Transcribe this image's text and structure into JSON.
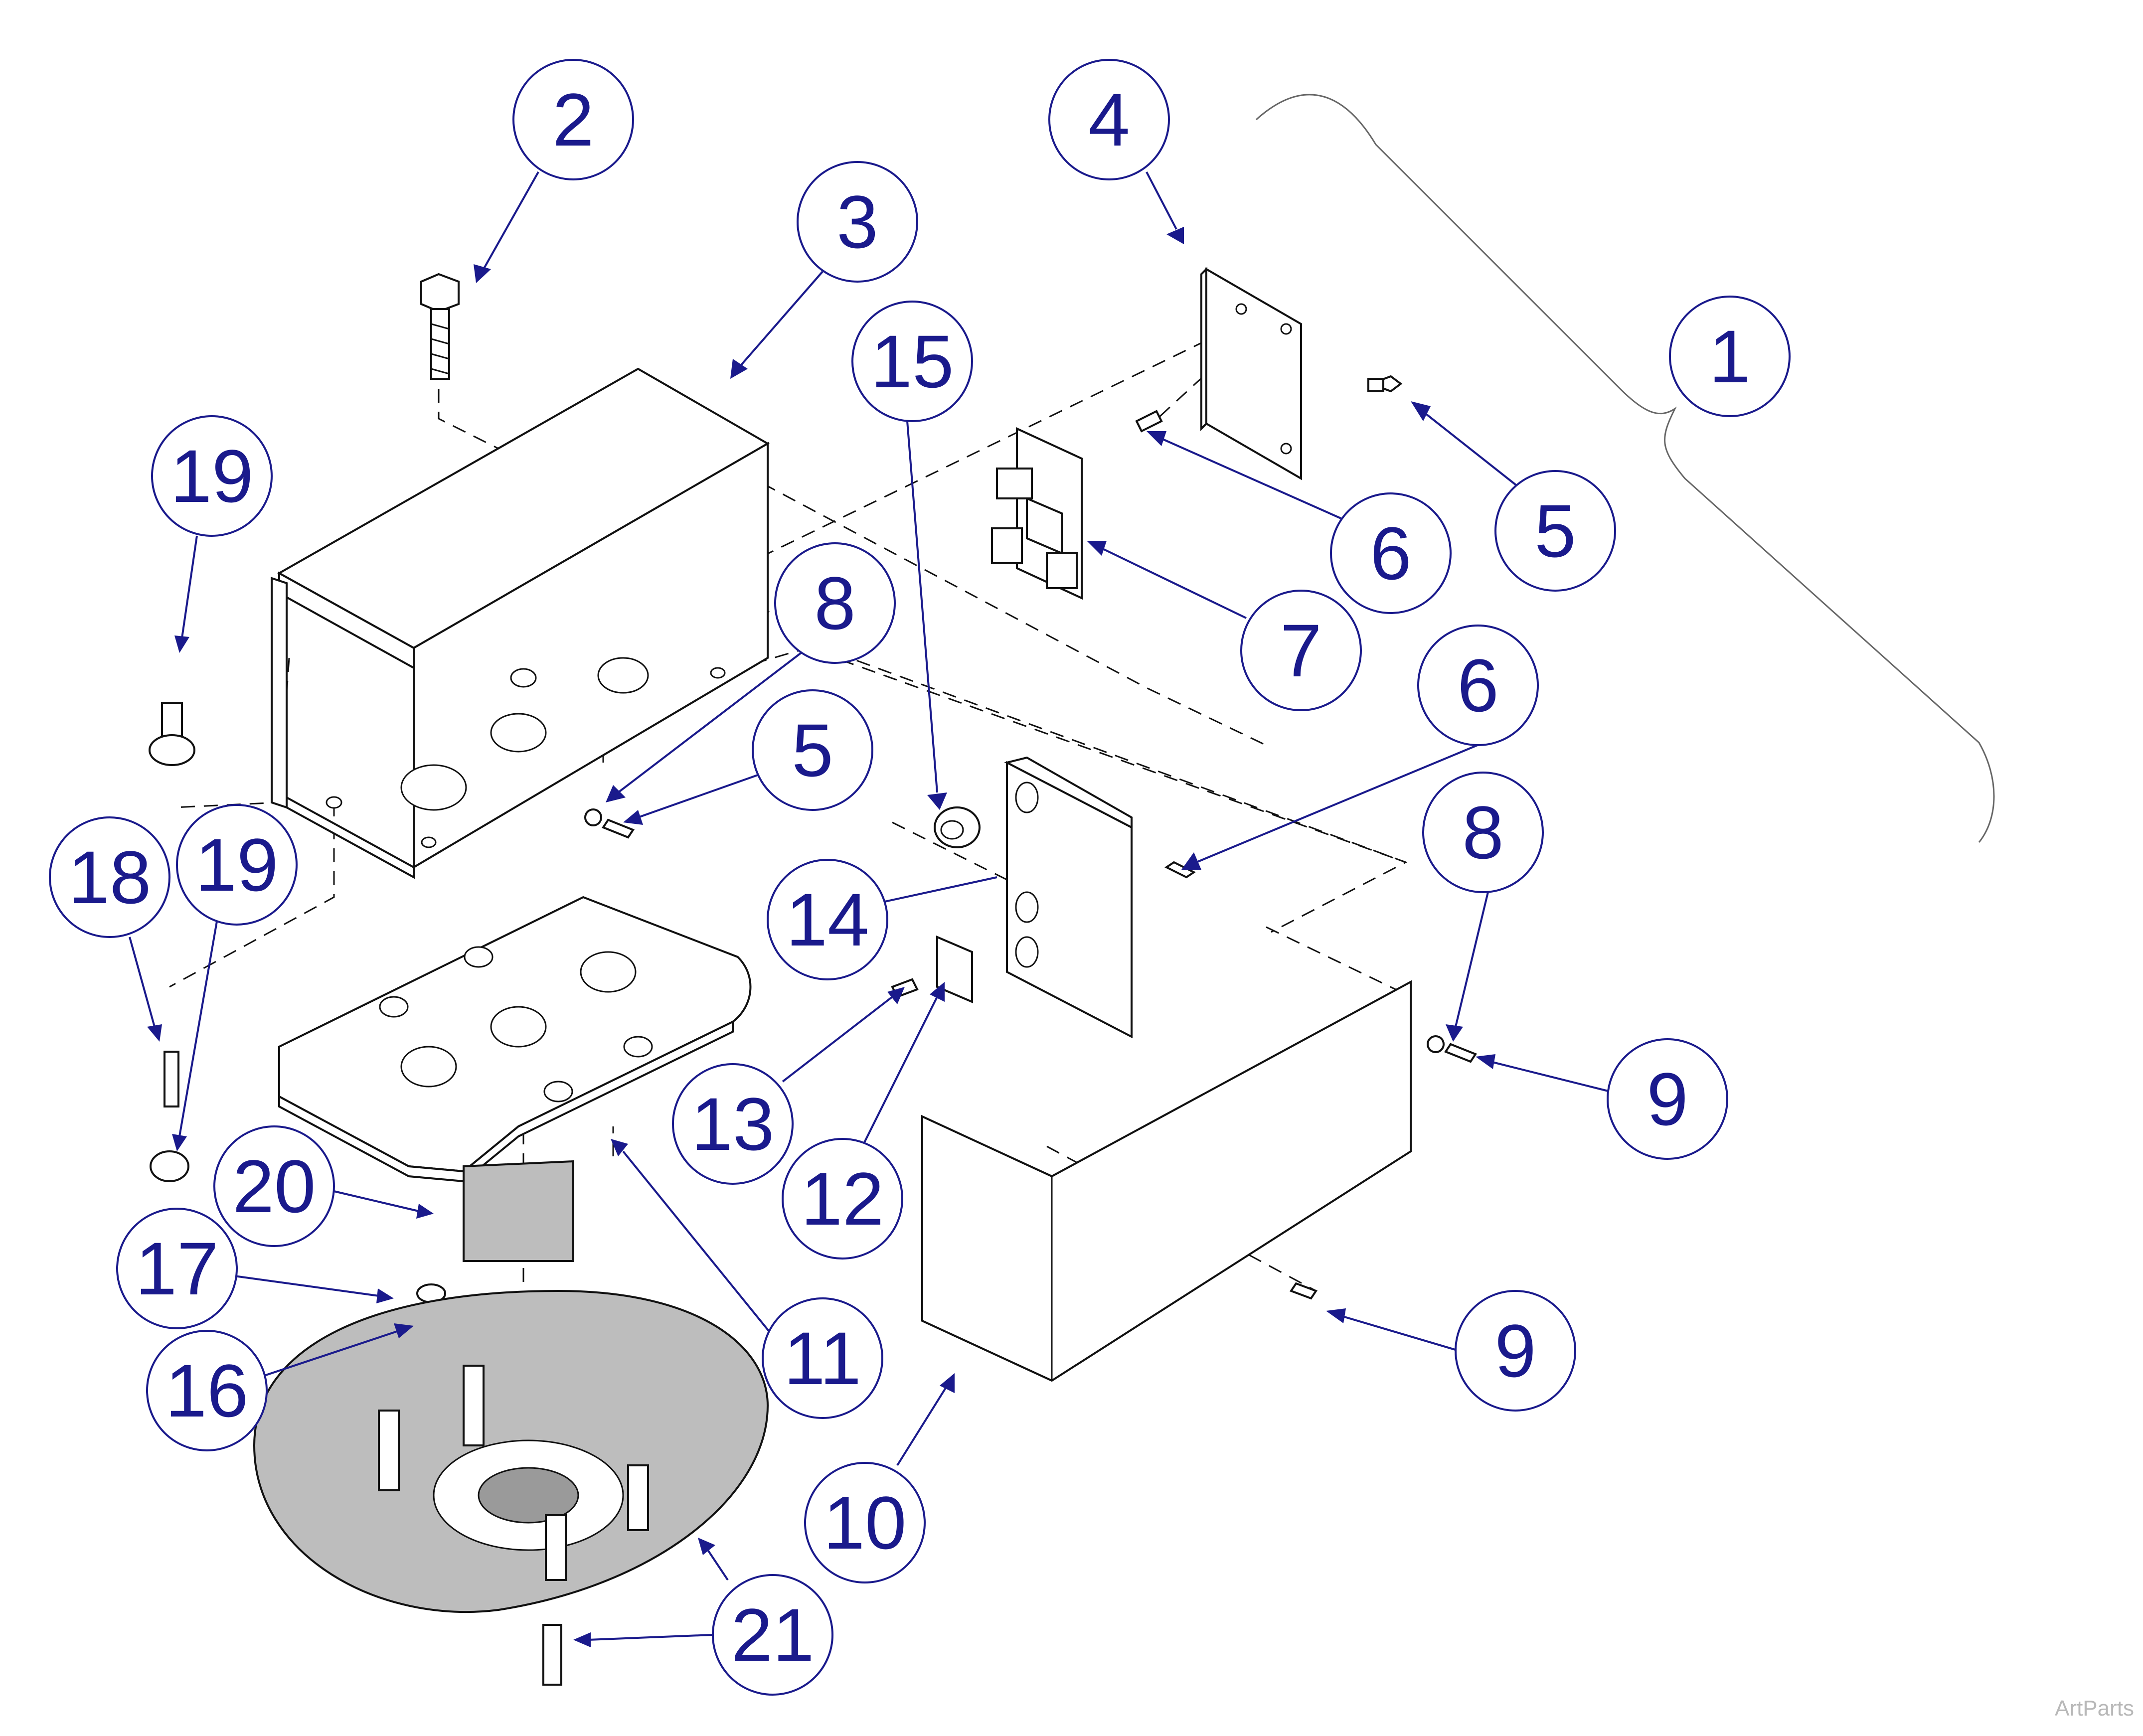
{
  "watermark": "ArtParts",
  "callouts": [
    {
      "id": "1",
      "label": "1"
    },
    {
      "id": "2",
      "label": "2"
    },
    {
      "id": "3",
      "label": "3"
    },
    {
      "id": "4",
      "label": "4"
    },
    {
      "id": "5a",
      "label": "5"
    },
    {
      "id": "5b",
      "label": "5"
    },
    {
      "id": "6a",
      "label": "6"
    },
    {
      "id": "6b",
      "label": "6"
    },
    {
      "id": "7",
      "label": "7"
    },
    {
      "id": "8a",
      "label": "8"
    },
    {
      "id": "8b",
      "label": "8"
    },
    {
      "id": "9a",
      "label": "9"
    },
    {
      "id": "9b",
      "label": "9"
    },
    {
      "id": "10",
      "label": "10"
    },
    {
      "id": "11",
      "label": "11"
    },
    {
      "id": "12",
      "label": "12"
    },
    {
      "id": "13",
      "label": "13"
    },
    {
      "id": "14",
      "label": "14"
    },
    {
      "id": "15",
      "label": "15"
    },
    {
      "id": "16",
      "label": "16"
    },
    {
      "id": "17",
      "label": "17"
    },
    {
      "id": "18",
      "label": "18"
    },
    {
      "id": "19a",
      "label": "19"
    },
    {
      "id": "19b",
      "label": "19"
    },
    {
      "id": "20",
      "label": "20"
    },
    {
      "id": "21",
      "label": "21"
    }
  ],
  "colors": {
    "callout": "#1a1a8c",
    "line": "#111111",
    "shaded": "#bdbdbd"
  }
}
